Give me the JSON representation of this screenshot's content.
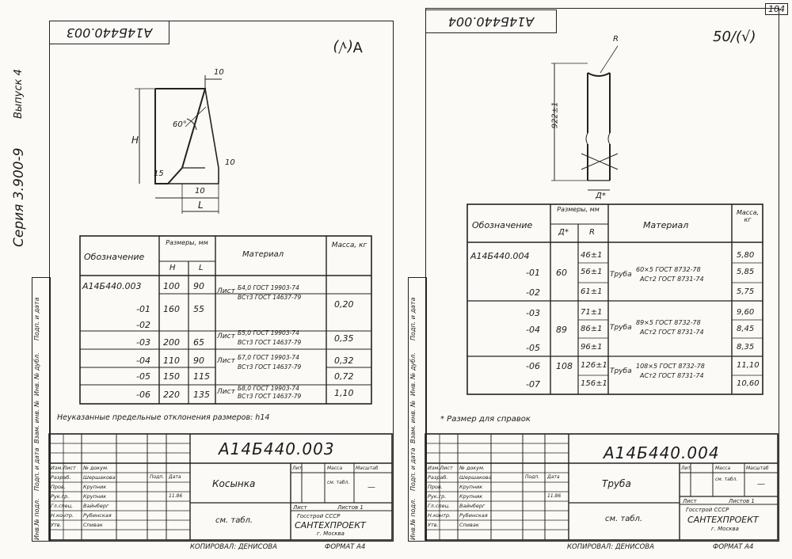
{
  "page": {
    "number": "104",
    "copy": "КОПИРОВАЛ: ДЕНИСОВА",
    "format": "ФОРМАТ А4"
  },
  "series": {
    "text": "Серия 3.900-9",
    "issue": "Выпуск 4"
  },
  "left_sheet": {
    "code": "А14Б440.003",
    "roughness": "∀(√)",
    "drawing": {
      "dim_top": "10",
      "dim_h": "Н",
      "dim_angle": "60°",
      "dim_15": "15",
      "dim_10_right": "10",
      "dim_10_bottom": "10",
      "dim_L": "L"
    },
    "table": {
      "headers": {
        "designation": "Обозначение",
        "sizes": "Размеры, мм",
        "H": "Н",
        "L": "L",
        "material": "Материал",
        "mass": "Масса, кг"
      },
      "rows": [
        {
          "code": "А14Б440.003",
          "H": "100",
          "L": "90"
        },
        {
          "code": "-01",
          "H": "160",
          "L": "55"
        },
        {
          "code": "-02",
          "H": "",
          "L": ""
        },
        {
          "code": "-03",
          "H": "200",
          "L": "65"
        },
        {
          "code": "-04",
          "H": "110",
          "L": "90"
        },
        {
          "code": "-05",
          "H": "150",
          "L": "115"
        },
        {
          "code": "-06",
          "H": "220",
          "L": "135"
        }
      ],
      "materials": [
        {
          "prefix": "Лист",
          "top": "Б4,0 ГОСТ 19903-74",
          "bottom": "ВСт3 ГОСТ 14637-79",
          "mass": "0,20"
        },
        {
          "prefix": "Лист",
          "top": "Б5,0 ГОСТ 19903-74",
          "bottom": "ВСт3 ГОСТ 14637-79",
          "mass": "0,35"
        },
        {
          "prefix": "Лист",
          "top": "Б7,0 ГОСТ 19903-74",
          "bottom": "ВСт3 ГОСТ 14637-79",
          "mass": "0,32"
        },
        {
          "prefix": "",
          "top": "",
          "bottom": "",
          "mass": "0,72"
        },
        {
          "prefix": "Лист",
          "top": "Б8,0 ГОСТ 19903-74",
          "bottom": "ВСт3 ГОСТ 14637-79",
          "mass": "1,10"
        }
      ]
    },
    "note": "Неуказанные предельные отклонения размеров: h14",
    "title_block": {
      "code": "А14Б440.003",
      "name": "Косынка",
      "material": "см. табл.",
      "lit": "Лит.",
      "mass": "Масса",
      "scale": "Масштаб",
      "mass_val": "см. табл.",
      "scale_val": "—",
      "sheet": "Лист",
      "sheets": "Листов 1",
      "org1": "Госстрой СССР",
      "org2": "САНТЕХПРОЕКТ",
      "city": "г. Москва",
      "roles": [
        "Изм.Лист",
        "Разраб.",
        "Пров.",
        "Рук.гр.",
        "Гл.спец.",
        "Н.контр.",
        "Утв."
      ],
      "people": [
        "№ докум.",
        "Шершакова",
        "Крупник",
        "Крупник",
        "Вайнберг",
        "Рубинская",
        "Спивак"
      ],
      "signature_head": "Подп.",
      "date_head": "Дата",
      "date": "11.86"
    }
  },
  "right_sheet": {
    "code": "А14Б440.004",
    "roughness": "50/(√)",
    "drawing": {
      "dim_R": "R",
      "dim_len": "922±1",
      "dim_D": "Д*"
    },
    "table": {
      "headers": {
        "designation": "Обозначение",
        "sizes": "Размеры, мм",
        "D": "Д*",
        "R": "R",
        "material": "Материал",
        "mass": "Масса, кг"
      },
      "rows": [
        {
          "code": "А14Б440.004",
          "D": "",
          "R": "46±1",
          "mass": "5,80"
        },
        {
          "code": "-01",
          "D": "60",
          "R": "56±1",
          "mass": "5,85"
        },
        {
          "code": "-02",
          "D": "",
          "R": "61±1",
          "mass": "5,75"
        },
        {
          "code": "-03",
          "D": "",
          "R": "71±1",
          "mass": "9,60"
        },
        {
          "code": "-04",
          "D": "89",
          "R": "86±1",
          "mass": "8,45"
        },
        {
          "code": "-05",
          "D": "",
          "R": "96±1",
          "mass": "8,35"
        },
        {
          "code": "-06",
          "D": "108",
          "R": "126±1",
          "mass": "11,10"
        },
        {
          "code": "-07",
          "D": "",
          "R": "156±1",
          "mass": "10,60"
        }
      ],
      "materials": [
        {
          "prefix": "Труба",
          "top": "60×5 ГОСТ 8732-78",
          "bottom": "АСт2 ГОСТ 8731-74"
        },
        {
          "prefix": "Труба",
          "top": "89×5 ГОСТ 8732-78",
          "bottom": "АСт2 ГОСТ 8731-74"
        },
        {
          "prefix": "Труба",
          "top": "108×5 ГОСТ 8732-78",
          "bottom": "АСт2 ГОСТ 8731-74"
        }
      ]
    },
    "note": "* Размер для справок",
    "title_block": {
      "code": "А14Б440.004",
      "name": "Труба",
      "material": "см. табл.",
      "lit": "Лит.",
      "mass": "Масса",
      "scale": "Масштаб",
      "mass_val": "см. табл.",
      "scale_val": "—",
      "sheet": "Лист",
      "sheets": "Листов 1",
      "org1": "Госстрой СССР",
      "org2": "САНТЕХПРОЕКТ",
      "city": "г. Москва",
      "roles": [
        "Изм.Лист",
        "Разраб.",
        "Пров.",
        "Рук.гр.",
        "Гл.спец.",
        "Н.контр.",
        "Утв."
      ],
      "people": [
        "№ докум.",
        "Шершакова",
        "Крупник",
        "Крупник",
        "Вайнберг",
        "Рубинская",
        "Спивак"
      ],
      "signature_head": "Подп.",
      "date_head": "Дата",
      "date": "11.86"
    }
  },
  "side_labels": [
    "Инв.№ подл.",
    "Подп. и дата",
    "Взам. инв. №",
    "Инв. № дубл.",
    "Подп. и дата"
  ]
}
